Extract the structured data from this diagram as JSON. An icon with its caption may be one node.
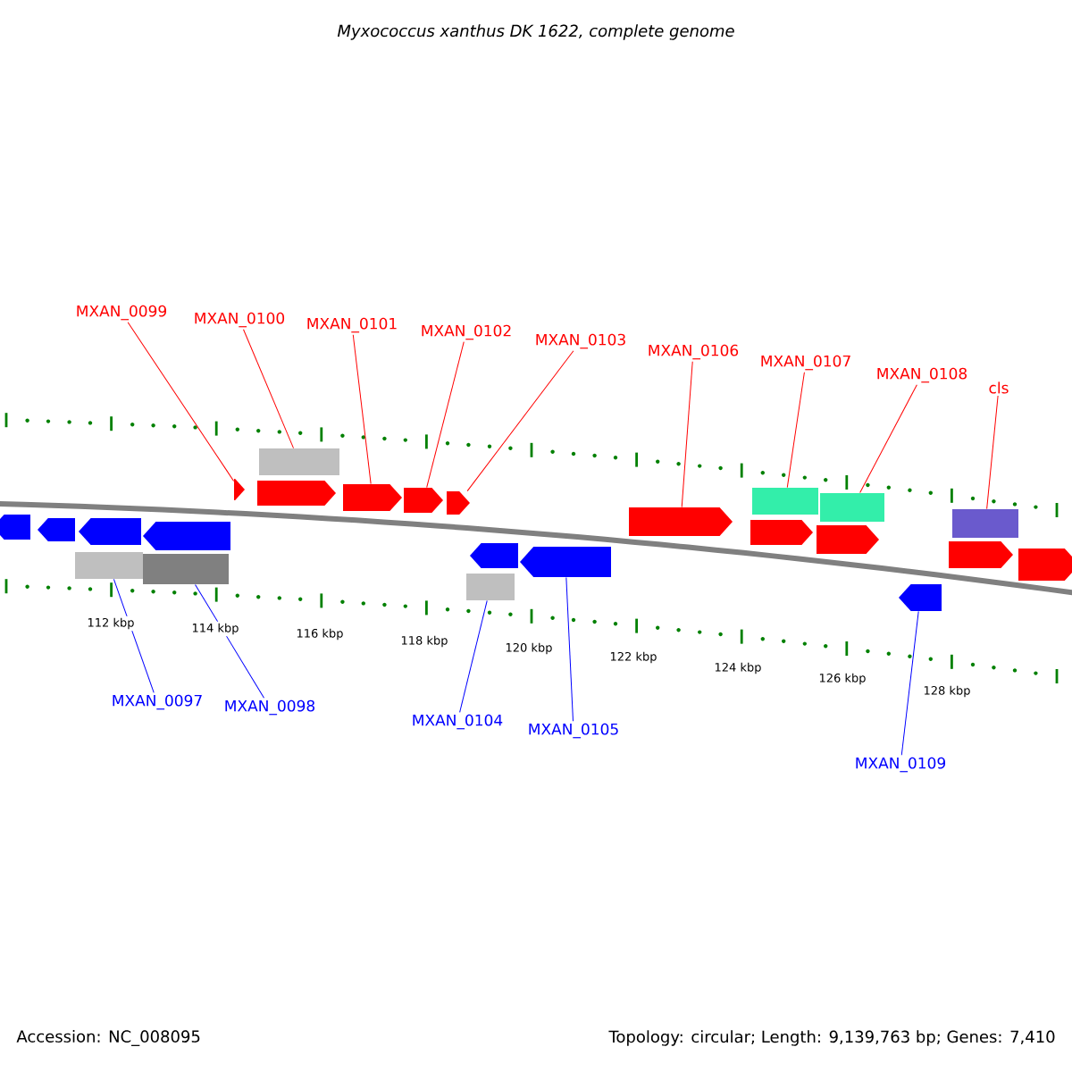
{
  "diagram": {
    "title": "Myxococcus xanthus DK 1622, complete genome",
    "nodes": [
      {
        "text": [
          "MXAN_0099"
        ]
      },
      {
        "text": [
          "MXAN_0100"
        ]
      },
      {
        "text": [
          "MXAN_0101"
        ]
      },
      {
        "text": [
          "MXAN_0102"
        ]
      },
      {
        "text": [
          "MXAN_0103"
        ]
      },
      {
        "text": [
          "MXAN_0106"
        ]
      },
      {
        "text": [
          "MXAN_0107"
        ]
      },
      {
        "text": [
          "MXAN_0108"
        ]
      },
      {
        "text": [
          "cls"
        ]
      },
      {
        "text": [],
        "shape": "pentagon"
      },
      {
        "text": [],
        "shape": "bar"
      },
      {
        "text": [],
        "shape": "pentagon"
      },
      {
        "text": [],
        "shape": "pentagon"
      },
      {
        "text": [],
        "shape": "pentagon"
      },
      {
        "text": [],
        "shape": "pentagon"
      },
      {
        "text": [],
        "shape": "bar"
      },
      {
        "text": [],
        "shape": "bar"
      },
      {
        "text": [],
        "shape": "bar"
      },
      {
        "text": [
          "MXAN_0097"
        ]
      },
      {
        "text": [
          "MXAN_0098"
        ]
      },
      {
        "text": [
          "MXAN_0104"
        ]
      },
      {
        "text": [
          "MXAN_0105"
        ]
      },
      {
        "text": [
          "MXAN_0109"
        ]
      },
      {
        "text": [],
        "shape": "bar"
      },
      {
        "text": [],
        "shape": "bar"
      },
      {
        "text": [],
        "shape": "bar"
      },
      {
        "text": [],
        "shape": "pentagon"
      },
      {
        "text": [],
        "shape": "pentagon"
      }
    ],
    "edges": [
      {
        "from": 0,
        "to": 9,
        "arrow": "none"
      },
      {
        "from": 1,
        "to": 10,
        "arrow": "none"
      },
      {
        "from": 2,
        "to": 11,
        "arrow": "none"
      },
      {
        "from": 3,
        "to": 12,
        "arrow": "none"
      },
      {
        "from": 4,
        "to": 13,
        "arrow": "none"
      },
      {
        "from": 5,
        "to": 14,
        "arrow": "none"
      },
      {
        "from": 6,
        "to": 15,
        "arrow": "none"
      },
      {
        "from": 7,
        "to": 16,
        "arrow": "none"
      },
      {
        "from": 8,
        "to": 17,
        "arrow": "none"
      },
      {
        "from": 18,
        "to": 23,
        "arrow": "none",
        "color": "#0000ff"
      },
      {
        "from": 19,
        "to": 24,
        "arrow": "none",
        "color": "#0000ff"
      },
      {
        "from": 20,
        "to": 25,
        "arrow": "none",
        "color": "#0000ff"
      },
      {
        "from": 21,
        "to": 26,
        "arrow": "none",
        "color": "#0000ff"
      },
      {
        "from": 22,
        "to": 27,
        "arrow": "none",
        "color": "#0000ff"
      }
    ],
    "labels": [
      "112 kbp",
      "114 kbp",
      "116 kbp",
      "118 kbp",
      "120 kbp",
      "122 kbp",
      "124 kbp",
      "126 kbp",
      "128 kbp",
      "Accession: NC_008095",
      "Topology: circular; Length: 9,139,763 bp; Genes: 7,410"
    ]
  }
}
